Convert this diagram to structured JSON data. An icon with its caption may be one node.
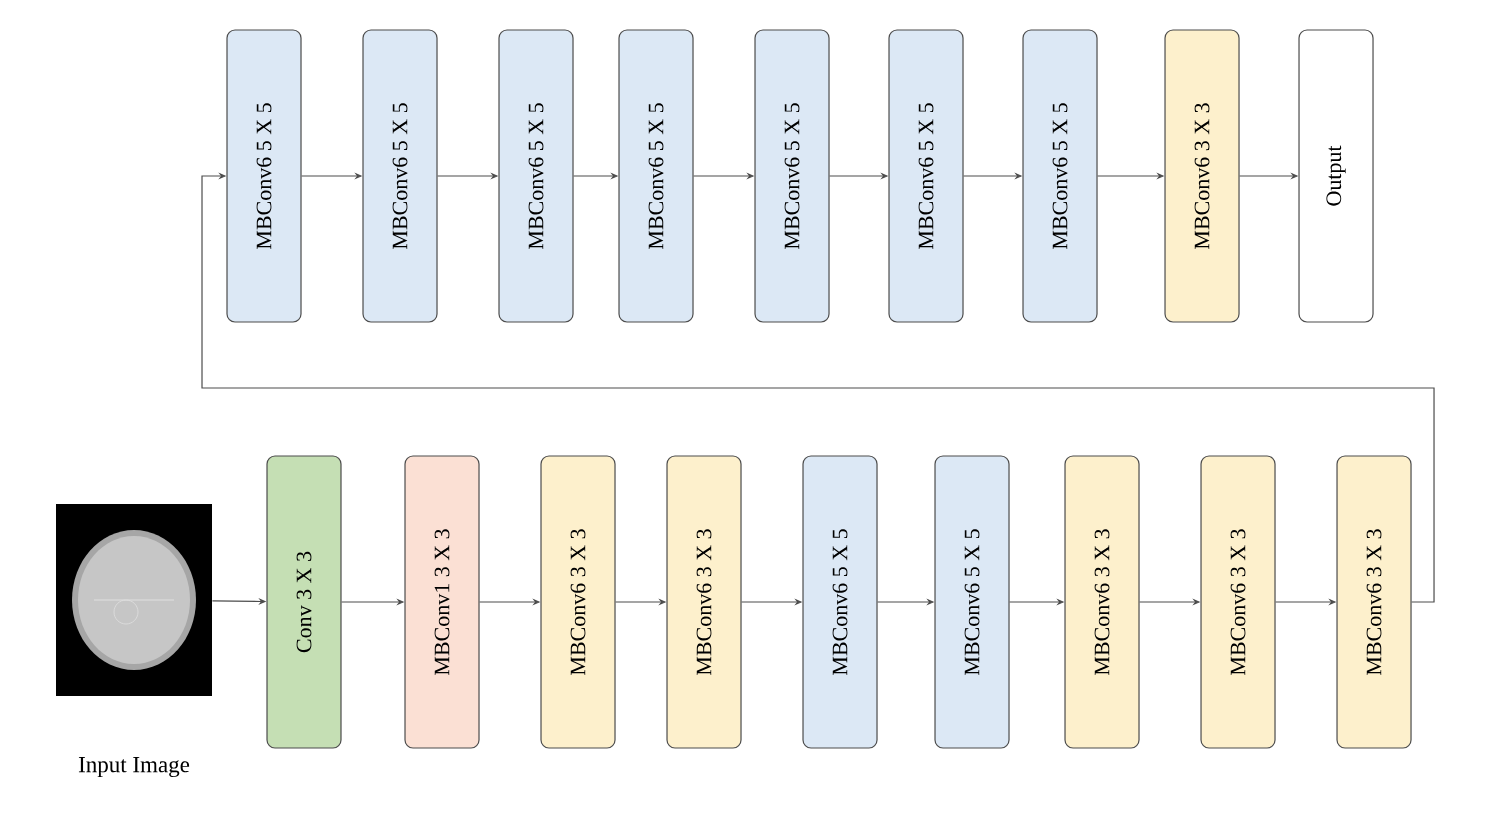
{
  "diagram": {
    "nodes": [
      {
        "text": [
          "MBConv6 5 X 5"
        ]
      },
      {
        "text": [
          "MBConv6 5 X 5"
        ]
      },
      {
        "text": [
          "MBConv6 5 X 5"
        ]
      },
      {
        "text": [
          "MBConv6 5 X 5"
        ]
      },
      {
        "text": [
          "MBConv6 5 X 5"
        ]
      },
      {
        "text": [
          "MBConv6 5 X 5"
        ]
      },
      {
        "text": [
          "MBConv6 5 X 5"
        ]
      },
      {
        "text": [
          "MBConv6 3 X 3"
        ]
      },
      {
        "text": [
          "Output"
        ]
      },
      {
        "text": [],
        "shape": "picture",
        "beside": [
          "Input Image"
        ]
      },
      {
        "text": [
          "Conv 3 X 3"
        ]
      },
      {
        "text": [
          "MBConv1 3 X 3"
        ]
      },
      {
        "text": [
          "MBConv6 3 X 3"
        ]
      },
      {
        "text": [
          "MBConv6 3 X 3"
        ]
      },
      {
        "text": [
          "MBConv6 5 X 5"
        ]
      },
      {
        "text": [
          "MBConv6 5 X 5"
        ]
      },
      {
        "text": [
          "MBConv6 3 X 3"
        ]
      },
      {
        "text": [
          "MBConv6 3 X 3"
        ]
      },
      {
        "text": [
          "MBConv6 3 X 3"
        ]
      }
    ],
    "edges": [
      {
        "from": 9,
        "to": 10,
        "arrow": "to"
      },
      {
        "from": 10,
        "to": 11,
        "arrow": "to"
      },
      {
        "from": 11,
        "to": 12,
        "arrow": "to"
      },
      {
        "from": 12,
        "to": 13,
        "arrow": "to"
      },
      {
        "from": 13,
        "to": 14,
        "arrow": "to"
      },
      {
        "from": 14,
        "to": 15,
        "arrow": "to"
      },
      {
        "from": 15,
        "to": 16,
        "arrow": "to"
      },
      {
        "from": 16,
        "to": 17,
        "arrow": "to"
      },
      {
        "from": 17,
        "to": 18,
        "arrow": "to"
      },
      {
        "from": 18,
        "to": 0,
        "arrow": "to"
      },
      {
        "from": 0,
        "to": 1,
        "arrow": "to"
      },
      {
        "from": 1,
        "to": 2,
        "arrow": "to"
      },
      {
        "from": 2,
        "to": 3,
        "arrow": "to"
      },
      {
        "from": 3,
        "to": 4,
        "arrow": "to"
      },
      {
        "from": 4,
        "to": 5,
        "arrow": "to"
      },
      {
        "from": 5,
        "to": 6,
        "arrow": "to"
      },
      {
        "from": 6,
        "to": 7,
        "arrow": "to"
      },
      {
        "from": 7,
        "to": 8,
        "arrow": "to"
      }
    ]
  }
}
